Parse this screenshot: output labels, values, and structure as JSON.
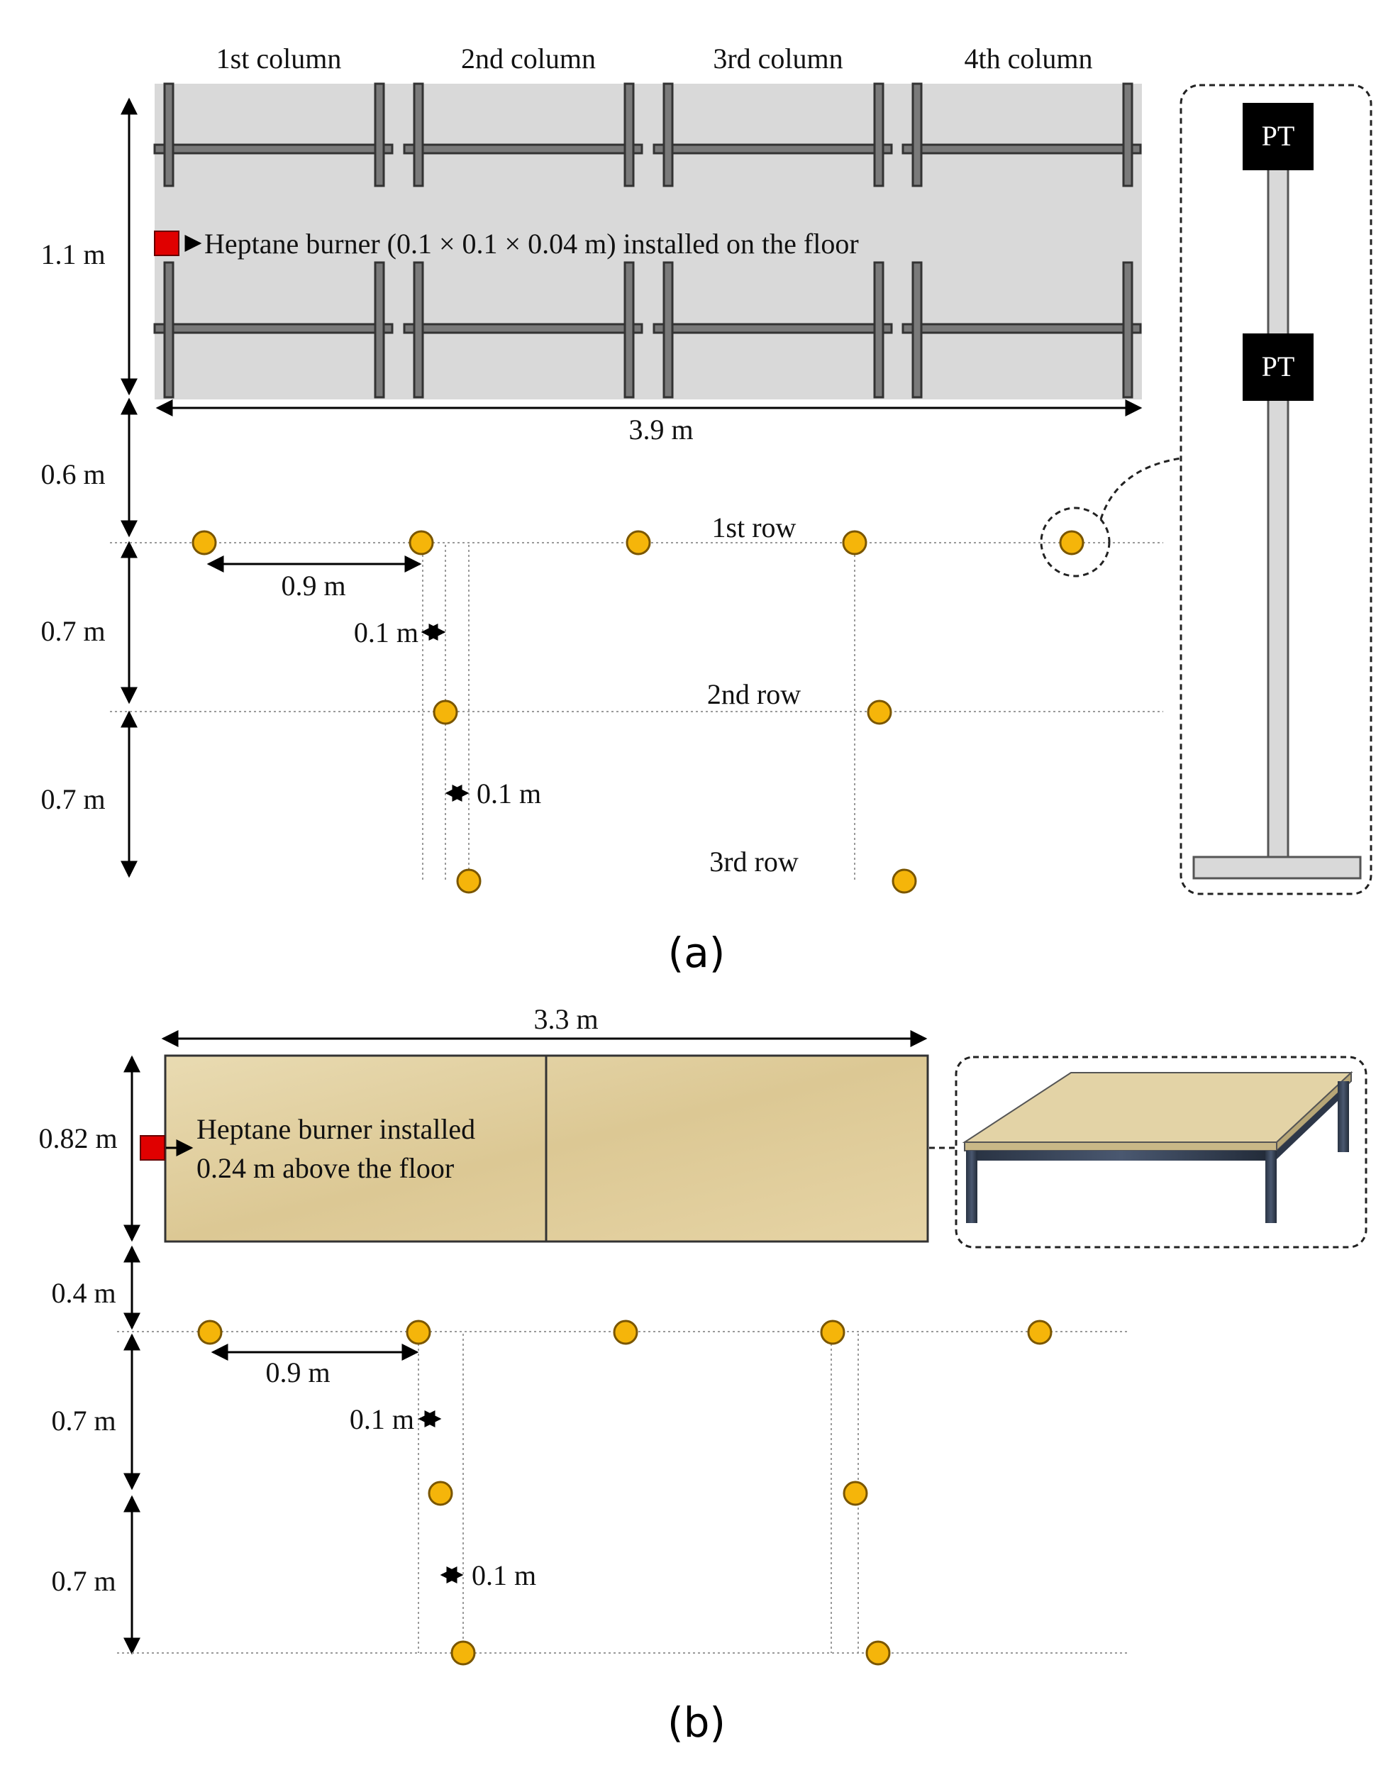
{
  "panel_a": {
    "columns": [
      "1st column",
      "2nd column",
      "3rd column",
      "4th column"
    ],
    "rows": [
      "1st row",
      "2nd row",
      "3rd row"
    ],
    "burner_label": "Heptane burner (0.1 × 0.1 × 0.04 m) installed on the floor",
    "dim_height": "1.1 m",
    "dim_width": "3.9 m",
    "dim_gap": "0.6 m",
    "dim_row1": "0.7 m",
    "dim_row2": "0.7 m",
    "dim_spacing": "0.9 m",
    "dim_offset1": "0.1 m",
    "dim_offset2": "0.1 m",
    "pt_top": "PT",
    "pt_bottom": "PT",
    "caption": "(a)"
  },
  "panel_b": {
    "burner_label_line1": "Heptane burner installed",
    "burner_label_line2": "0.24 m above the floor",
    "dim_width": "3.3 m",
    "dim_height": "0.82 m",
    "dim_gap": "0.4 m",
    "dim_row1": "0.7 m",
    "dim_row2": "0.7 m",
    "dim_spacing": "0.9 m",
    "dim_offset1": "0.1 m",
    "dim_offset2": "0.1 m",
    "caption": "(b)"
  },
  "colors": {
    "sensor": "#F5B50A",
    "burner": "#E00000",
    "rack_area": "#D9D9D9",
    "table_top": "#E3D3A6",
    "pt_box": "#000000"
  }
}
